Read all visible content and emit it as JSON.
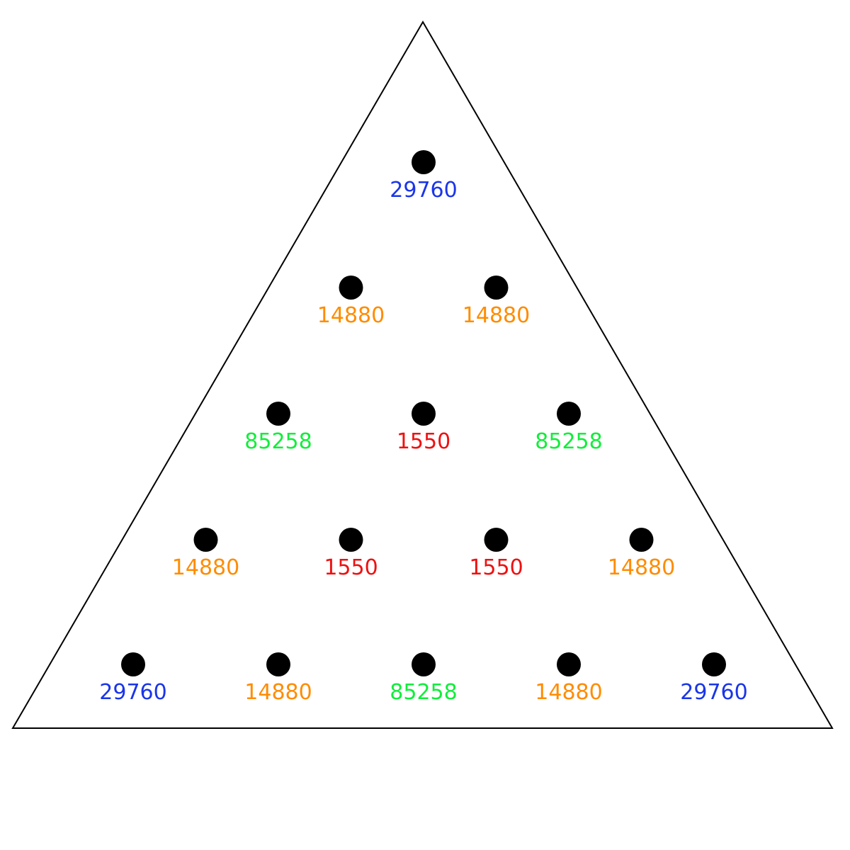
{
  "colors": {
    "blue": "#1a35e8",
    "orange": "#ff8c00",
    "green": "#11ee3a",
    "red": "#ee1111",
    "dot": "#000000",
    "outline": "#000000"
  },
  "rows": [
    {
      "nodes": [
        {
          "label": "29760",
          "color": "blue"
        }
      ]
    },
    {
      "nodes": [
        {
          "label": "14880",
          "color": "orange"
        },
        {
          "label": "14880",
          "color": "orange"
        }
      ]
    },
    {
      "nodes": [
        {
          "label": "85258",
          "color": "green"
        },
        {
          "label": "1550",
          "color": "red"
        },
        {
          "label": "85258",
          "color": "green"
        }
      ]
    },
    {
      "nodes": [
        {
          "label": "14880",
          "color": "orange"
        },
        {
          "label": "1550",
          "color": "red"
        },
        {
          "label": "1550",
          "color": "red"
        },
        {
          "label": "14880",
          "color": "orange"
        }
      ]
    },
    {
      "nodes": [
        {
          "label": "29760",
          "color": "blue"
        },
        {
          "label": "14880",
          "color": "orange"
        },
        {
          "label": "85258",
          "color": "green"
        },
        {
          "label": "14880",
          "color": "orange"
        },
        {
          "label": "29760",
          "color": "blue"
        }
      ]
    }
  ]
}
